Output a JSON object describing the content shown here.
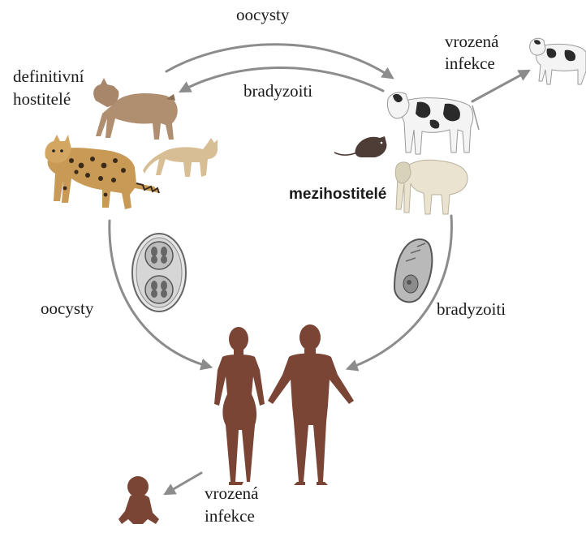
{
  "diagram": {
    "labels": {
      "top_arrow": "oocysty",
      "top_return_arrow": "bradyzoiti",
      "definitive_hosts": "definitivní hostitelé",
      "definitive_hosts_line1": "definitivní",
      "definitive_hosts_line2": "hostitelé",
      "intermediate_hosts": "mezihostitelé",
      "congenital_top_line1": "vrozená",
      "congenital_top_line2": "infekce",
      "left_arrow": "oocysty",
      "right_arrow": "bradyzoiti",
      "congenital_bottom_line1": "vrozená",
      "congenital_bottom_line2": "infekce"
    },
    "icons": [
      "lynx-icon",
      "ocelot-icon",
      "cat-icon",
      "cow-icon",
      "calf-icon",
      "mouse-icon",
      "sheep-icon",
      "oocyst-icon",
      "bradyzoite-icon",
      "woman-icon",
      "man-icon",
      "infant-icon"
    ],
    "colors": {
      "arrow": "#8c8c8c",
      "human": "#7a4535",
      "cat_fur": "#c7a47d",
      "ocelot_fur": "#c79a54",
      "cow_spots": "#2a2a2a",
      "sheep_wool": "#e9e3cf",
      "oocyst_fill": "#dcdcdc"
    }
  }
}
